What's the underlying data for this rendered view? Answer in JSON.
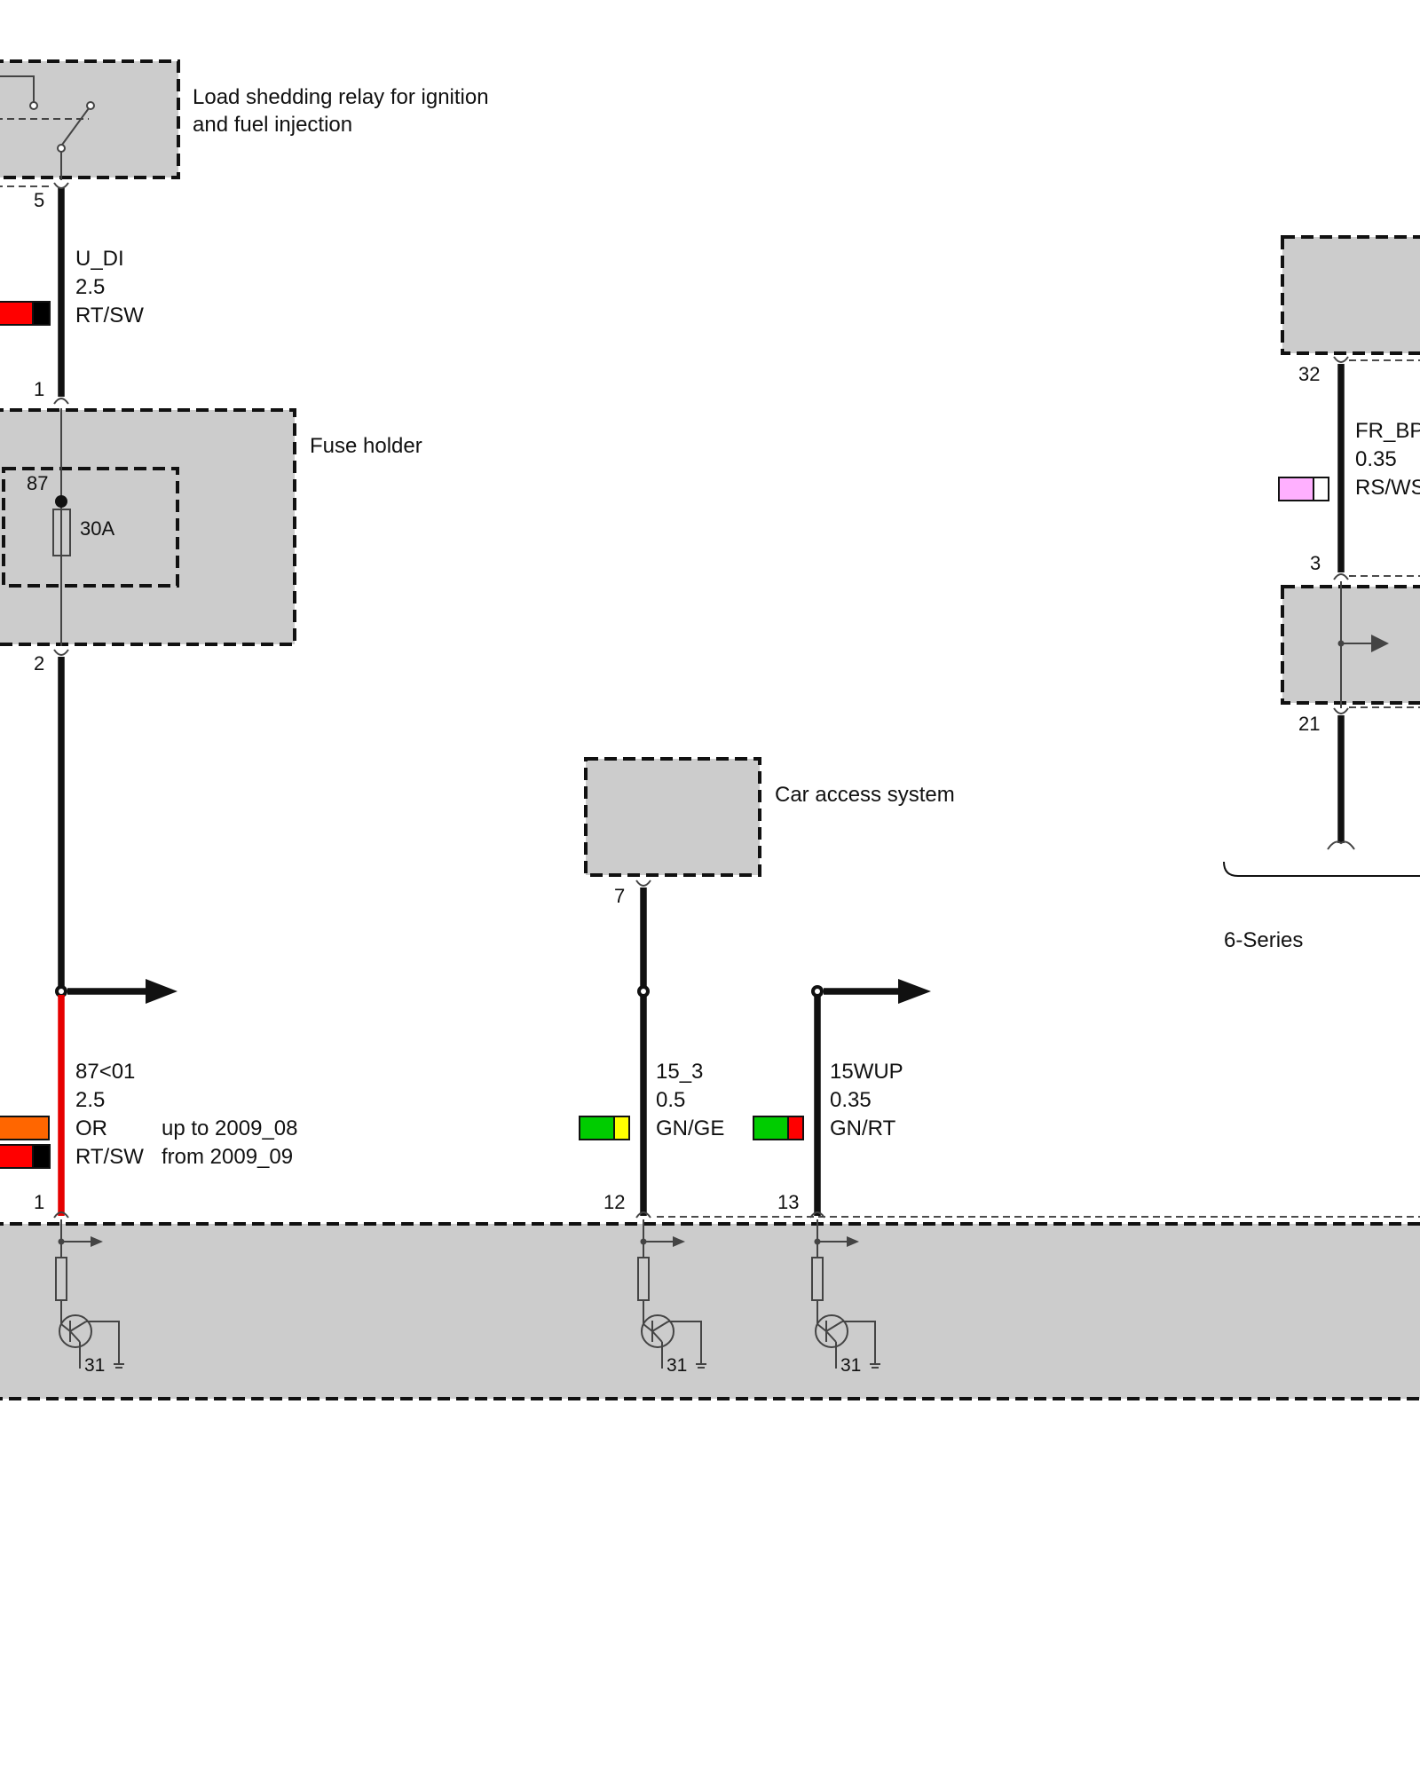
{
  "components": {
    "load_shedding_relay": {
      "label_line1": "Load shedding relay for ignition",
      "label_line2": "and fuel injection",
      "pin": "5"
    },
    "fuse_holder": {
      "label": "Fuse holder",
      "pin_in": "1",
      "pin_out": "2",
      "inner_pin": "87",
      "fuse_rating": "30A"
    },
    "car_access_system": {
      "label": "Car access system",
      "pin": "7"
    },
    "right_module": {
      "pin": "32"
    },
    "right_switch": {
      "pin_in": "3",
      "pin_out": "21"
    },
    "bottom_module": {
      "pin_a": "1",
      "pin_b": "12",
      "pin_c": "13",
      "ground_a": "31",
      "ground_b": "31",
      "ground_c": "31"
    }
  },
  "wires": {
    "u_di": {
      "signal": "U_DI",
      "size": "2.5",
      "color_code": "RT/SW",
      "swatch": [
        "#ff0000",
        "#000000"
      ]
    },
    "w87": {
      "signal": "87<01",
      "size": "2.5",
      "color_code_1": "OR",
      "note_1": "up to 2009_08",
      "swatch_1": [
        "#ff6600",
        "#ff6600"
      ],
      "color_code_2": "RT/SW",
      "note_2": "from 2009_09",
      "swatch_2": [
        "#ff0000",
        "#000000"
      ]
    },
    "w15_3": {
      "signal": "15_3",
      "size": "0.5",
      "color_code": "GN/GE",
      "swatch": [
        "#00cc00",
        "#ffff00"
      ]
    },
    "w15wup": {
      "signal": "15WUP",
      "size": "0.35",
      "color_code": "GN/RT",
      "swatch": [
        "#00cc00",
        "#ff0000"
      ]
    },
    "fr_bp": {
      "signal": "FR_BP",
      "size": "0.35",
      "color_code": "RS/WS",
      "swatch": [
        "#ffb0ff",
        "#ffffff"
      ]
    }
  },
  "groups": {
    "six_series": "6-Series"
  }
}
